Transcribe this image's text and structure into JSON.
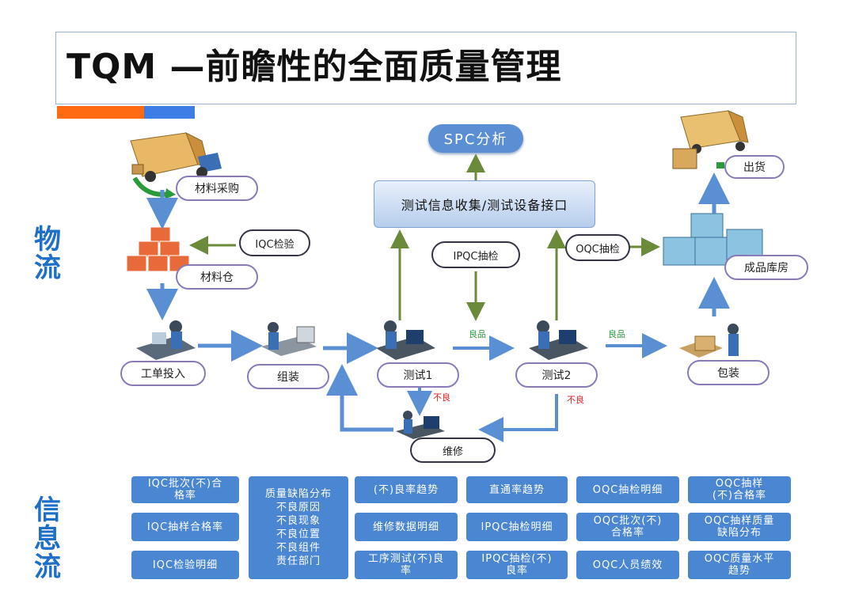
{
  "title": "TQM —前瞻性的全面质量管理",
  "side_labels": {
    "logistics": [
      "物",
      "流"
    ],
    "information": [
      "信",
      "息",
      "流"
    ]
  },
  "nodes": {
    "purchase": "材料采购",
    "iqc_check": "IQC检验",
    "material_store": "材料仓",
    "work_order": "工单投入",
    "assembly": "组装",
    "test1": "测试1",
    "test2": "测试2",
    "repair": "维修",
    "packing": "包装",
    "finished_store": "成品库房",
    "ship": "出货",
    "spc": "SPC分析",
    "collect": "测试信息收集/测试设备接口",
    "ipqc": "IPQC抽检",
    "oqc": "OQC抽检"
  },
  "flow_tags": {
    "good1": "良品",
    "good2": "良品",
    "bad1": "不良",
    "bad2": "不良"
  },
  "info_flow": {
    "col1": [
      "IQC批次(不)合\n格率",
      "IQC抽样合格率",
      "IQC检验明细"
    ],
    "col2": "质量缺陷分布\n不良原因\n不良现象\n不良位置\n不良组件\n责任部门",
    "col3": [
      "(不)良率趋势",
      "维修数据明细",
      "工序测试(不)良\n率"
    ],
    "col4": [
      "直通率趋势",
      "IPQC抽检明细",
      "IPQC抽检(不)\n良率"
    ],
    "col5": [
      "OQC抽检明细",
      "OQC批次(不)\n合格率",
      "OQC人员绩效"
    ],
    "col6": [
      "OQC抽样\n(不)合格率",
      "OQC抽样质量\n缺陷分布",
      "OQC质量水平\n趋势"
    ]
  },
  "colors": {
    "arrow_blue": "#5b8fd4",
    "arrow_green": "#6b8a3a",
    "info_box": "#4a86d1",
    "accent_orange": "#ff6a13"
  }
}
